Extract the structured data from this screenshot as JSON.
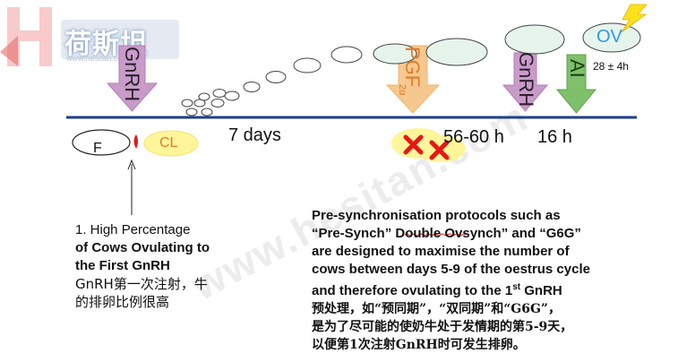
{
  "logo": {
    "letter": "H",
    "text_cn": "荷斯坦",
    "url": "www.hesitan.com"
  },
  "watermark": "www.hesitan.com",
  "timeline": {
    "gnrh1": "GnRH",
    "pgf": "PGF",
    "pgf_sub": "2α",
    "gnrh2": "GnRH",
    "ai": "AI",
    "ov": "OV",
    "ov_time": "28 ± 4h",
    "follicle": "F",
    "cl": "CL",
    "days": "7 days",
    "hours_a": "56-60 h",
    "hours_b": "16 h"
  },
  "colors": {
    "timeline_line": "#1f3e8c",
    "gnrh_arrow": "#c89bc9",
    "pgf_arrow": "#f6c88f",
    "ai_arrow": "#7fc06b",
    "cl_fill": "#fff59a",
    "follicle_bubble": "#e6f4ec",
    "cross": "#e81616",
    "lightning": "#ffe11a"
  },
  "left_note": {
    "line1": "1. High Percentage",
    "line2": "of Cows Ovulating to",
    "line3": "the First GnRH",
    "cn1": "GnRH第一次注射，牛",
    "cn2": "的排卵比例很高"
  },
  "right_note": {
    "line1": "Pre-synchronisation protocols such as",
    "line2": "“Pre-Synch” Double Ovsynch” and “G6G”",
    "line3": "are designed to maximise the number of",
    "line4": "cows between days 5-9 of the oestrus cycle",
    "line5_pre": "and therefore ovulating to the 1",
    "line5_sup": "st",
    "line5_post": " GnRH",
    "cn1": "预处理，如“预同期”，“双同期”和“G6G”，",
    "cn2": "是为了尽可能的使奶牛处于发情期的第5-9天，",
    "cn3": "以便第1次注射GnRH时可发生排卵。"
  }
}
